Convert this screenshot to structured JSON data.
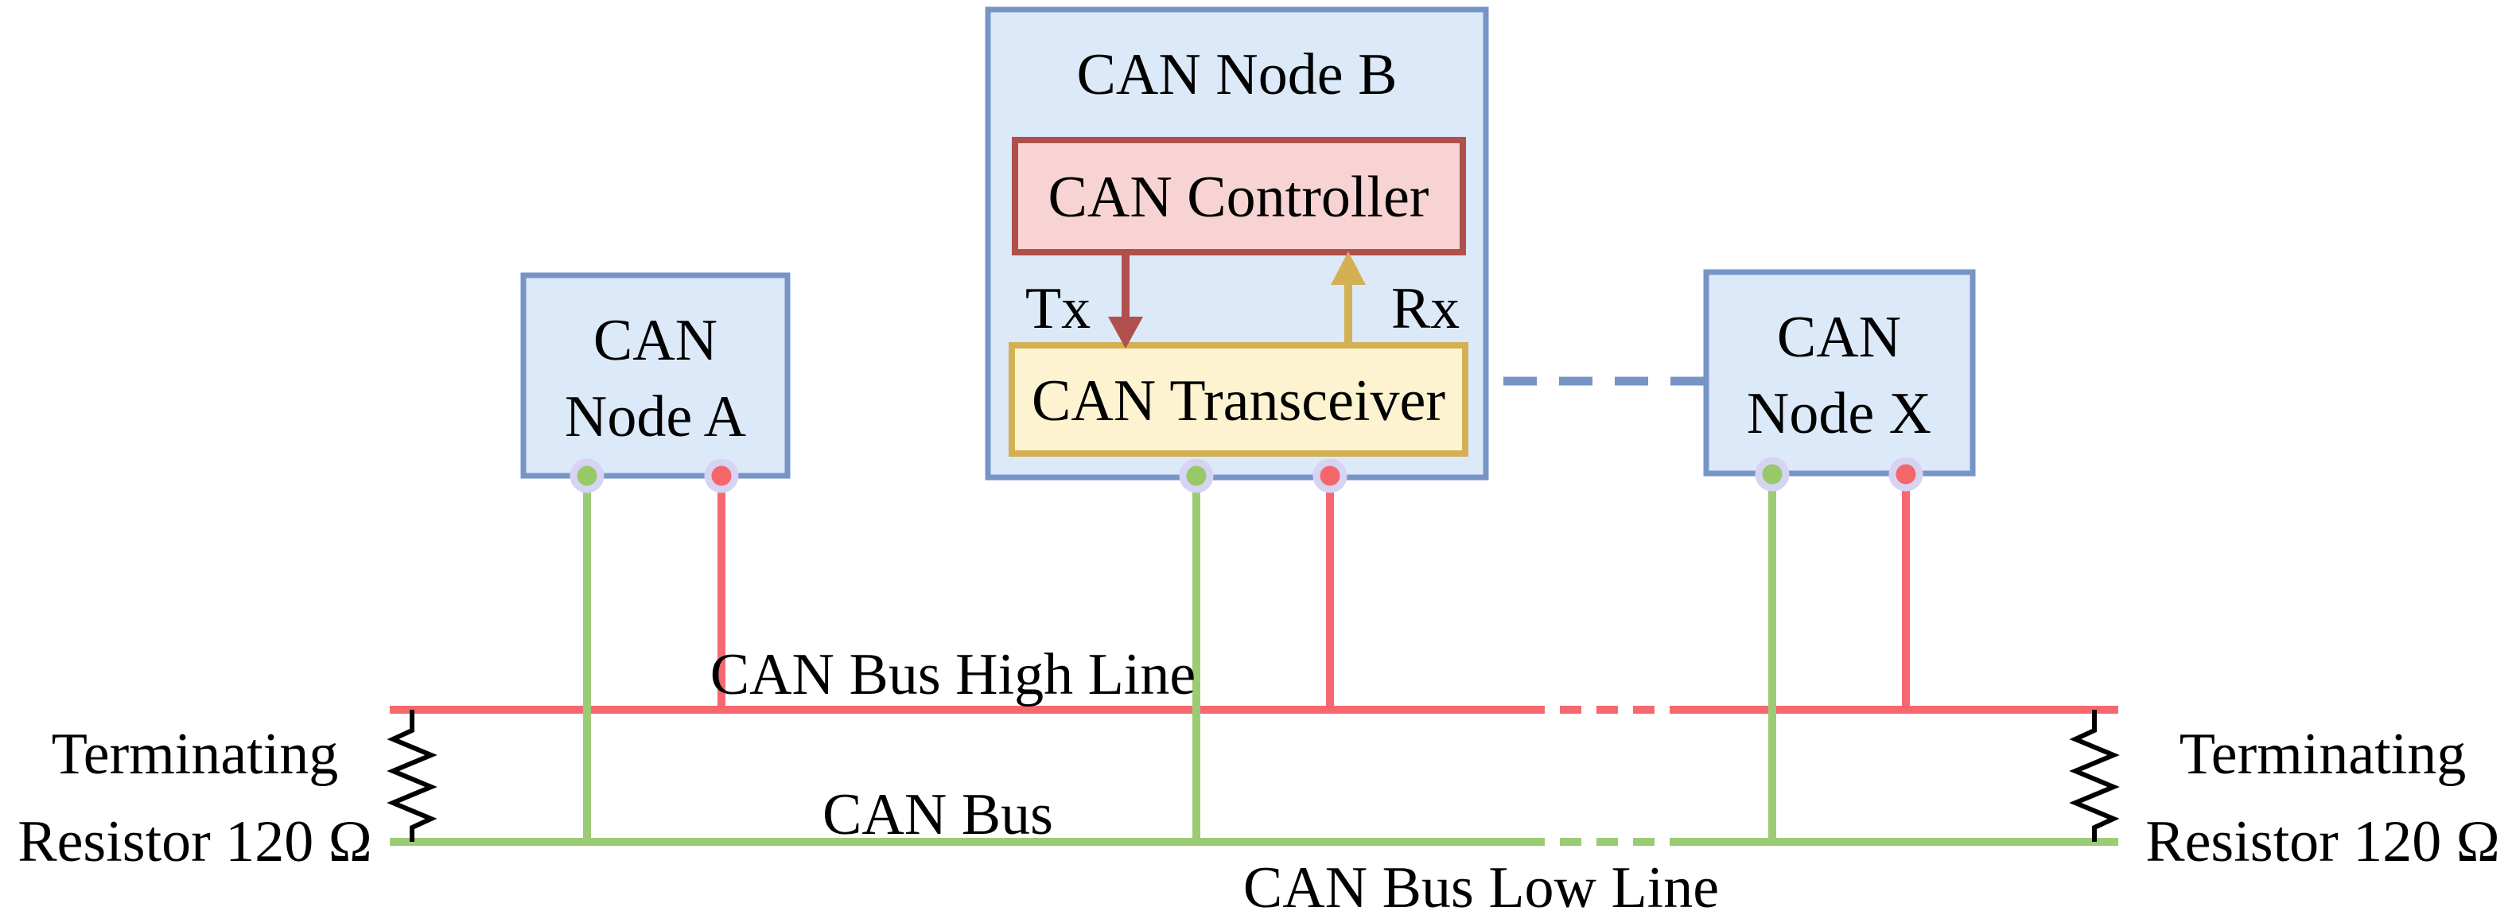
{
  "nodes": {
    "a": {
      "line1": "CAN",
      "line2": "Node A"
    },
    "b": {
      "title": "CAN Node B",
      "controller_label": "CAN Controller",
      "transceiver_label": "CAN Transceiver",
      "tx_label": "Tx",
      "rx_label": "Rx"
    },
    "x": {
      "line1": "CAN",
      "line2": "Node X"
    }
  },
  "bus": {
    "high_line_label": "CAN Bus High Line",
    "bus_label": "CAN Bus",
    "low_line_label": "CAN Bus Low Line"
  },
  "terminators": {
    "left": {
      "line1": "Terminating",
      "line2": "Resistor 120 Ω"
    },
    "right": {
      "line1": "Terminating",
      "line2": "Resistor 120 Ω"
    }
  },
  "colors": {
    "node_fill": "#dce9f8",
    "node_border": "#7794c6",
    "controller_fill": "#f7d4d3",
    "controller_border": "#b0504d",
    "transceiver_fill": "#fdf3d1",
    "transceiver_border": "#d2b053",
    "bus_high_red": "#f5696e",
    "bus_low_green": "#9ccb75",
    "dot_ring_lavender": "#d6d4f2",
    "dot_green": "#97c968",
    "dot_red": "#f3676b",
    "dashed_link_blue": "#7794c6",
    "tx_arrow": "#b0504d",
    "rx_arrow": "#d2b053",
    "resistor_black": "#000000",
    "text": "#000000"
  }
}
